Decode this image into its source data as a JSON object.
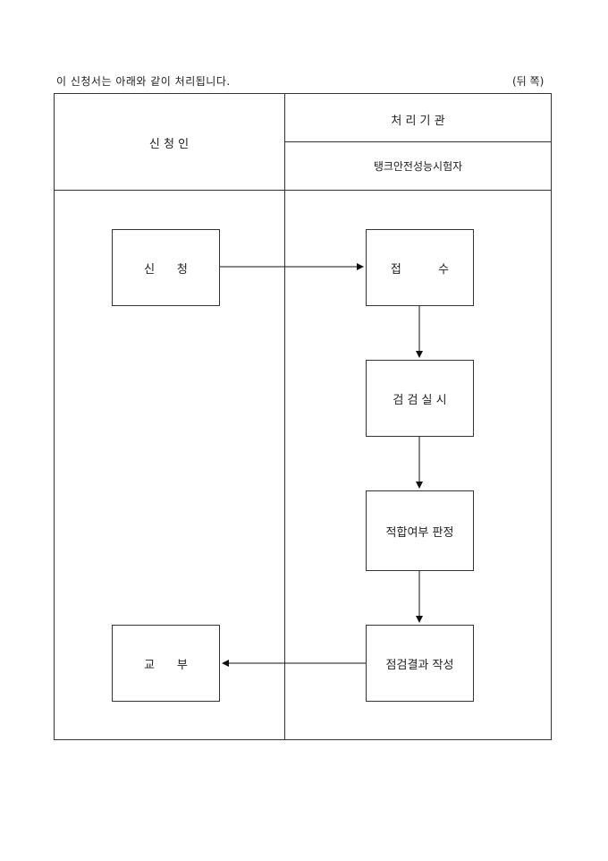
{
  "header": {
    "caption": "이 신청서는 아래와 같이 처리됩니다.",
    "side_label": "(뒤 쪽)"
  },
  "columns": {
    "applicant": "신   청   인",
    "agency_title": "처  리  기  관",
    "agency_name": "탱크안전성능시험자"
  },
  "flow": {
    "apply": "신      청",
    "receive": "접          수",
    "inspect": "검 검 실 시",
    "judge": "적합여부 판정",
    "report": "점검결과 작성",
    "deliver": "교      부"
  }
}
